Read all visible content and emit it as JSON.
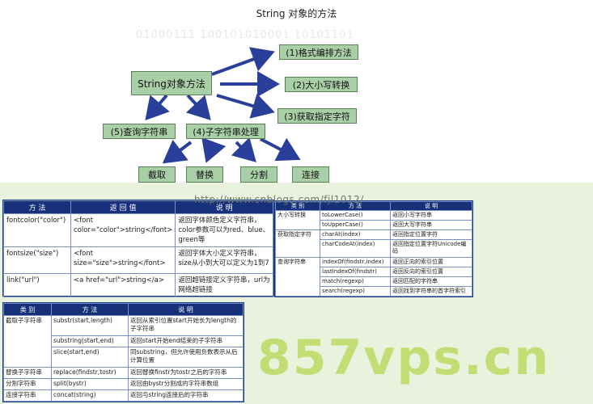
{
  "diagram": {
    "title": "String 对象的方法",
    "binary_watermark": "01000111 100101010001 10101101",
    "root": "String对象方法",
    "branches": [
      "(1)格式编排方法",
      "(2)大小写转换",
      "(3)获取指定字符",
      "(5)查询字符串",
      "(4)子字符串处理"
    ],
    "leaves": [
      "截取",
      "替换",
      "分割",
      "连接"
    ]
  },
  "url_watermark": "http://www.cnblogs.com/fjl1012/",
  "format_table": {
    "headers": [
      "方 法",
      "返 回 值",
      "说 明"
    ],
    "rows": [
      [
        "fontcolor(\"color\")",
        "<font color=\"color\">string</font>",
        "返回字体颜色定义字符串，color参数可以为red、blue、green等"
      ],
      [
        "fontsize(\"size\")",
        "<font size=\"size\">string</font>",
        "返回字体大小定义字符串，size从小到大可以定义为1到7"
      ],
      [
        "link(\"url\")",
        "<a href=\"url\">string</a>",
        "返回超链接定义字符串，url为网络超链接"
      ]
    ]
  },
  "case_table": {
    "headers": [
      "类 别",
      "方 法",
      "说 明"
    ],
    "rows": [
      [
        "大小写转换",
        "toLowerCase()",
        "返回小写字符串"
      ],
      [
        "",
        "toUpperCase()",
        "返回大写字符串"
      ],
      [
        "获取指定字符",
        "charAt(index)",
        "返回指定位置字符"
      ],
      [
        "",
        "charCodeAt(index)",
        "返回指定位置字符Unicode编码"
      ],
      [
        "查询字符串",
        "indexOf(findstr,index)",
        "返回正向的索引位置"
      ],
      [
        "",
        "lastIndexOf(findstr)",
        "返回反向的索引位置"
      ],
      [
        "",
        "match(regexp)",
        "返回匹配的字符串"
      ],
      [
        "",
        "search(regexp)",
        "返回找到字符串的首字符索引"
      ]
    ]
  },
  "substring_table": {
    "headers": [
      "类 别",
      "方 法",
      "说 明"
    ],
    "rows": [
      [
        "截取子字符串",
        "substr(start,length)",
        "返回从索引位置start开始长为length的子字符串"
      ],
      [
        "",
        "substring(start,end)",
        "返回start开始end结束的子字符串"
      ],
      [
        "",
        "slice(start,end)",
        "同substring，但允许使用负数表示从后计算位置"
      ],
      [
        "替换子字符串",
        "replace(findstr,tostr)",
        "返回替换finstr为tostr之后的字符串"
      ],
      [
        "分割字符串",
        "split(bystr)",
        "返回由bystr分割成的字符串数组"
      ],
      [
        "连接字符串",
        "concat(string)",
        "返回与string连接后的字符串"
      ]
    ]
  },
  "brand_watermark": "857vps.cn",
  "colors": {
    "node_fill": "#a9cfa6",
    "arrow": "#2a3f9a",
    "header": "#17307a",
    "watermark": "#c2dd73",
    "panel": "#e9f2dd"
  }
}
